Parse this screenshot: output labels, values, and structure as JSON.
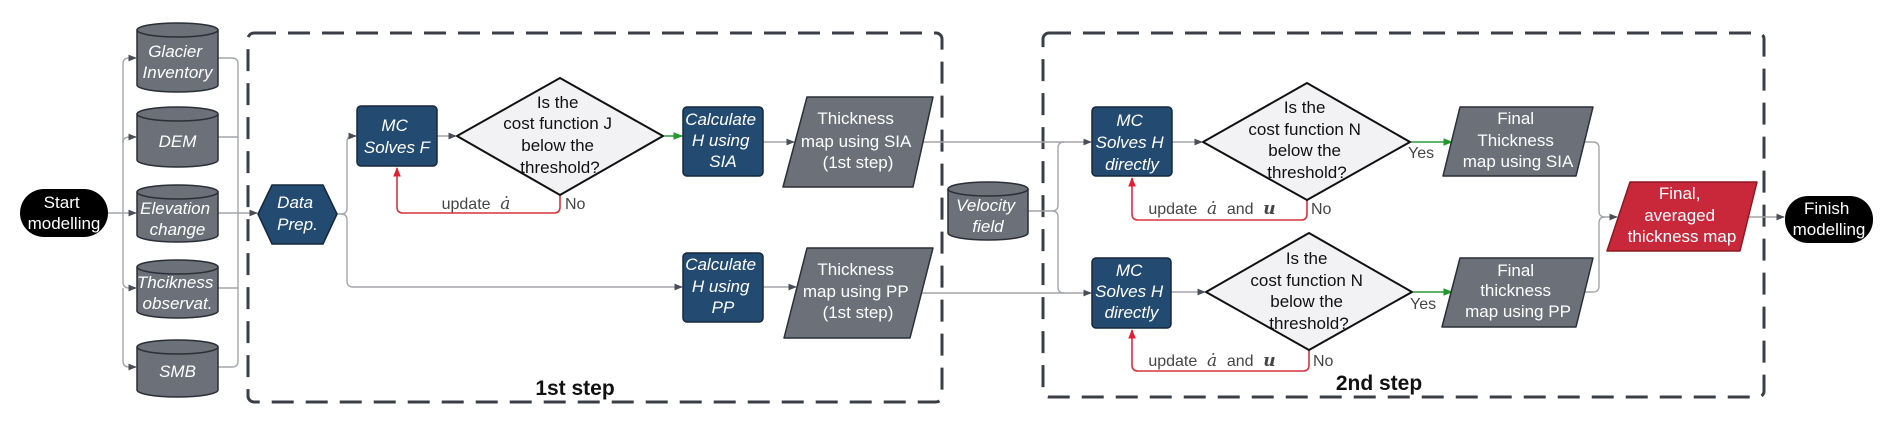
{
  "colors": {
    "process_fill": "#234b72",
    "data_fill": "#6b7079",
    "result_fill": "#c8283a",
    "decision_fill": "#f2f2f5",
    "terminal_fill": "#000000",
    "feedback_line": "#d8343f",
    "yes_line": "#2f9a3a",
    "group_border": "#3a3f47"
  },
  "groups": {
    "step1": "1st step",
    "step2": "2nd step"
  },
  "terminals": {
    "start": [
      "Start",
      "modelling"
    ],
    "finish": [
      "Finish",
      "modelling"
    ]
  },
  "inputs": {
    "glacier_inventory": [
      "Glacier",
      "Inventory"
    ],
    "dem": [
      "DEM"
    ],
    "elevation_change": [
      "Elevation",
      "change"
    ],
    "thickness_observations": [
      "Thcikness",
      "observat."
    ],
    "smb": [
      "SMB"
    ],
    "velocity_field": [
      "Velocity",
      "field"
    ]
  },
  "data_prep": [
    "Data",
    "Prep."
  ],
  "step1": {
    "mc_solves_f": [
      "MC",
      "Solves F"
    ],
    "decision_j": [
      "Is the",
      "cost function J",
      "below the",
      "threshold?"
    ],
    "no_label": "No",
    "feedback": {
      "text": "update",
      "var1": "ȧ"
    },
    "calc_sia": [
      "Calculate",
      "H using",
      "SIA"
    ],
    "calc_pp": [
      "Calculate",
      "H using",
      "PP"
    ],
    "map_sia": [
      "Thickness",
      "map using SIA",
      "(1st step)"
    ],
    "map_pp": [
      "Thickness",
      "map using PP",
      "(1st step)"
    ]
  },
  "step2": {
    "mc_sia": [
      "MC",
      "Solves H",
      "directly"
    ],
    "mc_pp": [
      "MC",
      "Solves H",
      "directly"
    ],
    "decision_sia": [
      "Is the",
      "cost function N",
      "below the",
      "threshold?"
    ],
    "decision_pp": [
      "Is the",
      "cost function N",
      "below the",
      "threshold?"
    ],
    "yes_label": "Yes",
    "no_label": "No",
    "feedback": {
      "text": "update",
      "var1": "ȧ",
      "conj": "and",
      "var2": "u"
    },
    "final_sia": [
      "Final",
      "Thickness",
      "map using SIA"
    ],
    "final_pp": [
      "Final",
      "thickness",
      "map using PP"
    ]
  },
  "result": [
    "Final,",
    "averaged",
    "thickness map"
  ]
}
